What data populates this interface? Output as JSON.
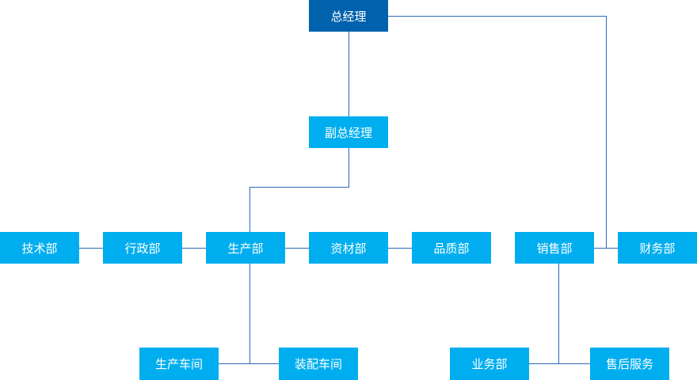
{
  "org": {
    "gm": "总经理",
    "deputy_gm": "副总经理",
    "tech": "技术部",
    "admin": "行政部",
    "production": "生产部",
    "materials": "资材部",
    "quality": "品质部",
    "sales": "销售部",
    "finance": "财务部",
    "workshop_production": "生产车间",
    "workshop_assembly": "装配车间",
    "business": "业务部",
    "after_sales": "售后服务"
  },
  "colors": {
    "root_fill": "#0062ad",
    "node_fill": "#00aeef",
    "node_text": "#ffffff",
    "connector": "#2a6ab4"
  }
}
